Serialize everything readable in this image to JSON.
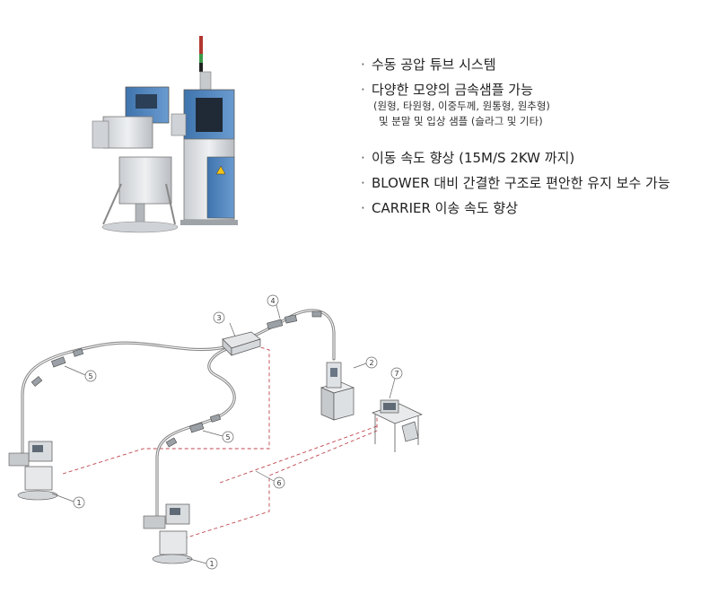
{
  "features": {
    "items": [
      {
        "text": "수동 공압 튜브 시스템",
        "sub": []
      },
      {
        "text": "다양한 모양의 금속샘플 가능",
        "sub": [
          "(원형, 타원형, 이중두께, 원통형, 원추형)",
          "및 분말 및 입상 샘플 (슬라그 및 기타)"
        ]
      },
      {
        "text": "이동 속도 향상 (15M/S 2KW 까지)",
        "sub": []
      },
      {
        "text": "BLOWER 대비 간결한 구조로 편안한 유지 보수 가능",
        "sub": []
      },
      {
        "text": "CARRIER 이송 속도 향상",
        "sub": []
      }
    ]
  },
  "callouts": [
    "1",
    "1",
    "2",
    "3",
    "4",
    "5",
    "5",
    "6",
    "7"
  ],
  "colors": {
    "panel_blue": "#4a7fb8",
    "dash_red": "#c0474f",
    "tube_gray": "#8a8a8a",
    "machine_gray": "#d9dcdf"
  }
}
